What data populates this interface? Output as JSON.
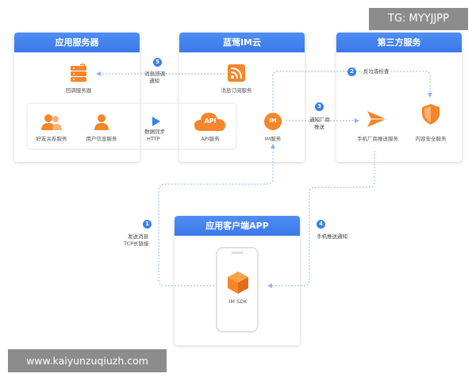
{
  "panels": {
    "app_server": "应用服务器",
    "im_cloud": "蓝莺IM云",
    "third_party": "第三方服务",
    "client_app": "应用客户端APP"
  },
  "nodes": {
    "callback_server": "回调服务器",
    "friend_service": "好友关系服务",
    "user_info_service": "用户信息服务",
    "msg_subscribe_service": "消息订阅服务",
    "api_service": "API服务",
    "api_icon_text": "API",
    "im_service": "IM服务",
    "im_icon_text": "IM",
    "push_vendor_service": "手机厂商推送服务",
    "content_security_service": "内容安全服务",
    "im_sdk": "IM SDK"
  },
  "steps": {
    "s1": {
      "num": "1",
      "line1": "发送消息",
      "line2": "TCP长链接"
    },
    "s2": {
      "num": "2",
      "line1": "反垃圾检查"
    },
    "s3": {
      "num": "3",
      "line1": "通知厂商",
      "line2": "推送"
    },
    "s4": {
      "num": "4",
      "line1": "手机推送通知"
    },
    "s5": {
      "num": "5",
      "line1": "消息回调",
      "line2": "通知"
    },
    "sync": {
      "line1": "数据同步",
      "line2": "HTTP"
    }
  },
  "watermarks": {
    "tg": "TG: MYYJJPP",
    "url": "www.kaiyunzuqiuzh.com"
  },
  "colors": {
    "header_blue": "#3a78e8",
    "icon_orange": "#f5862a",
    "dotted_line": "#8fb3ee"
  }
}
